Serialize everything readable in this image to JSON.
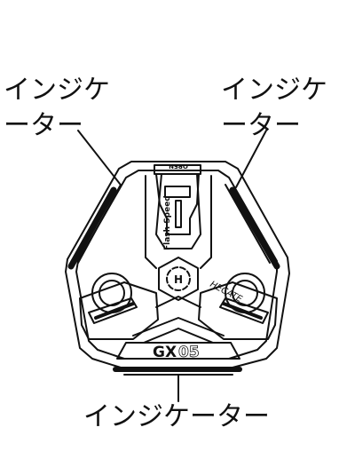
{
  "callouts": {
    "left": {
      "line1": "インジケ",
      "line2": "ーター"
    },
    "right": {
      "line1": "インジケ",
      "line2": "ーター"
    },
    "bottom": {
      "text": "インジケーター"
    }
  },
  "device": {
    "top_tab_text": "OPEN",
    "side_text": "Flash Speed",
    "brand_text": "HECATE",
    "model_prefix": "GX",
    "model_suffix": "05",
    "center_emblem_letter": "H"
  },
  "colors": {
    "ink": "#111111",
    "background": "#ffffff"
  }
}
